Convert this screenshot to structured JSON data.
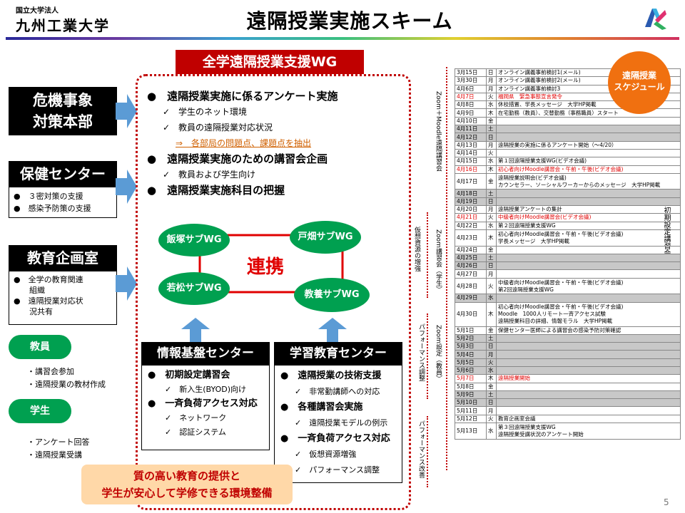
{
  "header": {
    "uni_small": "国立大学法人",
    "uni_name": "九州工業大学",
    "title": "遠隔授業実施スキーム"
  },
  "left": {
    "crisis": "危機事象\n対策本部",
    "health": "保健センター",
    "health_items": [
      "●　３密対策の支援",
      "●　感染予防策の支援"
    ],
    "edu": "教育企画室",
    "edu_items": [
      "●　全学の教育関連\n　　組織",
      "●　遠隔授業対応状\n　　況共有"
    ],
    "teacher": "教員",
    "teacher_items": [
      "・講習会参加",
      "・遠隔授業の教材作成"
    ],
    "student": "学生",
    "student_items": [
      "・アンケート回答",
      "・遠隔授業受講"
    ]
  },
  "center": {
    "wg_title": "全学遠隔授業支援WG",
    "l1": "●　遠隔授業実施に係るアンケート実施",
    "l1a": "✓　学生のネット環境",
    "l1b": "✓　教員の遠隔授業対応状況",
    "l1c": "⇒　各部局の問題点、課題点を抽出",
    "l2": "●　遠隔授業実施のための講習会企画",
    "l2a": "✓　教員および学生向け",
    "l3": "●　遠隔授業実施科目の把握",
    "sub_iizuka": "飯塚サブWG",
    "sub_tobata": "戸畑サブWG",
    "sub_wakamatsu": "若松サブWG",
    "sub_kyoyo": "教養サブWG",
    "renkei": "連携"
  },
  "info": {
    "title": "情報基盤センター",
    "items": [
      "●　初期設定講習会",
      "✓　新入生(BYOD)向け",
      "●　一斉負荷アクセス対応",
      "✓　ネットワーク",
      "✓　認証システム"
    ]
  },
  "learn": {
    "title": "学習教育センター",
    "items": [
      "●　遠隔授業の技術支援",
      "✓　非常勤講師への対応",
      "●　各種講習会実施",
      "✓　遠隔授業モデルの例示",
      "●　一斉負荷アクセス対応",
      "✓　仮想資源増強",
      "✓　パフォーマンス調整"
    ]
  },
  "bottom_note": "質の高い教育の提供と\n学生が安心して学修できる環境整備",
  "schedule": {
    "badge": "遠隔授業\nスケジュール",
    "vlabels": {
      "zoom_moodle": "Zoom＋Moodle遠隔講習会",
      "kaso": "仮想資源の増強",
      "zoom_std": "Zoom講習会（学生）",
      "perf1": "パフォーマンス調整",
      "zoom_teach": "Zoom設定（教員）",
      "perf2": "パフォーマンス改善",
      "shoki": "初期設定講習会"
    },
    "rows": [
      {
        "d": "3月15日",
        "w": "日",
        "t": "オンライン講義事前検討1(メール)",
        "g": false,
        "r": false
      },
      {
        "d": "3月30日",
        "w": "月",
        "t": "オンライン講義事前検討2(メール)",
        "g": false,
        "r": false
      },
      {
        "d": "4月6日",
        "w": "月",
        "t": "オンライン講義事前検討3",
        "g": false,
        "r": false
      },
      {
        "d": "4月7日",
        "w": "火",
        "t": "福岡県　緊急事態宣言発令",
        "g": false,
        "r": true
      },
      {
        "d": "4月8日",
        "w": "水",
        "t": "休校措置、学長メッセージ　大学HP掲載",
        "g": false,
        "r": false
      },
      {
        "d": "4月9日",
        "w": "木",
        "t": "在宅勤務（教員）、交替勤務（事務職員）スタート",
        "g": false,
        "r": false
      },
      {
        "d": "4月10日",
        "w": "金",
        "t": "",
        "g": false,
        "r": false
      },
      {
        "d": "4月11日",
        "w": "土",
        "t": "",
        "g": true,
        "r": false
      },
      {
        "d": "4月12日",
        "w": "日",
        "t": "",
        "g": true,
        "r": false
      },
      {
        "d": "4月13日",
        "w": "月",
        "t": "遠隔授業の実施に係るアンケート開始（～4/20）",
        "g": false,
        "r": false
      },
      {
        "d": "4月14日",
        "w": "火",
        "t": "",
        "g": false,
        "r": false
      },
      {
        "d": "4月15日",
        "w": "水",
        "t": "第１回遠隔授業支援WG(ビデオ会議)",
        "g": false,
        "r": false
      },
      {
        "d": "4月16日",
        "w": "木",
        "t": "初心者向けMoodle講習会・午前・午後(ビデオ会議)",
        "g": false,
        "r": true
      },
      {
        "d": "4月17日",
        "w": "金",
        "t": "遠隔授業説明会(ビデオ会議)\nカウンセラー、ソーシャルワーカーからのメッセージ　大学HP掲載",
        "g": false,
        "r": false,
        "h": 2
      },
      {
        "d": "4月18日",
        "w": "土",
        "t": "",
        "g": true,
        "r": false
      },
      {
        "d": "4月19日",
        "w": "日",
        "t": "",
        "g": true,
        "r": false
      },
      {
        "d": "4月20日",
        "w": "月",
        "t": "遠隔授業アンケートの集計",
        "g": false,
        "r": false
      },
      {
        "d": "4月21日",
        "w": "火",
        "t": "中級者向けMoodle講習会(ビデオ会議)",
        "g": false,
        "r": true
      },
      {
        "d": "4月22日",
        "w": "水",
        "t": "第２回遠隔授業支援WG",
        "g": false,
        "r": false
      },
      {
        "d": "4月23日",
        "w": "木",
        "t": "初心者向けMoodle講習会・午前・午後(ビデオ会議)\n学長メッセージ　大学HP掲載",
        "g": false,
        "r": false,
        "h": 2
      },
      {
        "d": "4月24日",
        "w": "金",
        "t": "",
        "g": false,
        "r": false
      },
      {
        "d": "4月25日",
        "w": "土",
        "t": "",
        "g": true,
        "r": false
      },
      {
        "d": "4月26日",
        "w": "日",
        "t": "",
        "g": true,
        "r": false
      },
      {
        "d": "4月27日",
        "w": "月",
        "t": "",
        "g": false,
        "r": false
      },
      {
        "d": "4月28日",
        "w": "火",
        "t": "中級者向けMoodle講習会・午前・午後(ビデオ会議)\n第2回遠隔授業支援WG",
        "g": false,
        "r": false,
        "h": 2,
        "r1": true
      },
      {
        "d": "4月29日",
        "w": "水",
        "t": "",
        "g": true,
        "r": false
      },
      {
        "d": "4月30日",
        "w": "木",
        "t": "初心者向けMoodle講習会・午前・午後(ビデオ会議)\nMoodle　1000人リモート一斉アクセス試験\n遠隔授業科目の詳細、情報モラル　大学HP掲載",
        "g": false,
        "r": false,
        "h": 3,
        "r1": true,
        "r2": true
      },
      {
        "d": "5月1日",
        "w": "金",
        "t": "保健センター医師による講習会の感染予防対策確認",
        "g": false,
        "r": false
      },
      {
        "d": "5月2日",
        "w": "土",
        "t": "",
        "g": true,
        "r": false
      },
      {
        "d": "5月3日",
        "w": "日",
        "t": "",
        "g": true,
        "r": false
      },
      {
        "d": "5月4日",
        "w": "月",
        "t": "",
        "g": true,
        "r": false
      },
      {
        "d": "5月5日",
        "w": "火",
        "t": "",
        "g": true,
        "r": false
      },
      {
        "d": "5月6日",
        "w": "水",
        "t": "",
        "g": true,
        "r": false
      },
      {
        "d": "5月7日",
        "w": "木",
        "t": "遠隔授業開始",
        "g": false,
        "r": true
      },
      {
        "d": "5月8日",
        "w": "金",
        "t": "",
        "g": false,
        "r": false
      },
      {
        "d": "5月9日",
        "w": "土",
        "t": "",
        "g": true,
        "r": false
      },
      {
        "d": "5月10日",
        "w": "日",
        "t": "",
        "g": true,
        "r": false
      },
      {
        "d": "5月11日",
        "w": "月",
        "t": "",
        "g": false,
        "r": false
      },
      {
        "d": "5月12日",
        "w": "火",
        "t": "教育企画室会議",
        "g": false,
        "r": false
      },
      {
        "d": "5月13日",
        "w": "水",
        "t": "第３回遠隔授業支援WG\n遠隔授業受講状況のアンケート開始",
        "g": false,
        "r": false,
        "h": 2
      }
    ]
  },
  "page_number": "5",
  "colors": {
    "accent_red": "#c00000",
    "green": "#00a050",
    "arrow_blue": "#5b9bd5",
    "badge_orange": "#f07010",
    "note_bg": "#ffd8a8"
  }
}
